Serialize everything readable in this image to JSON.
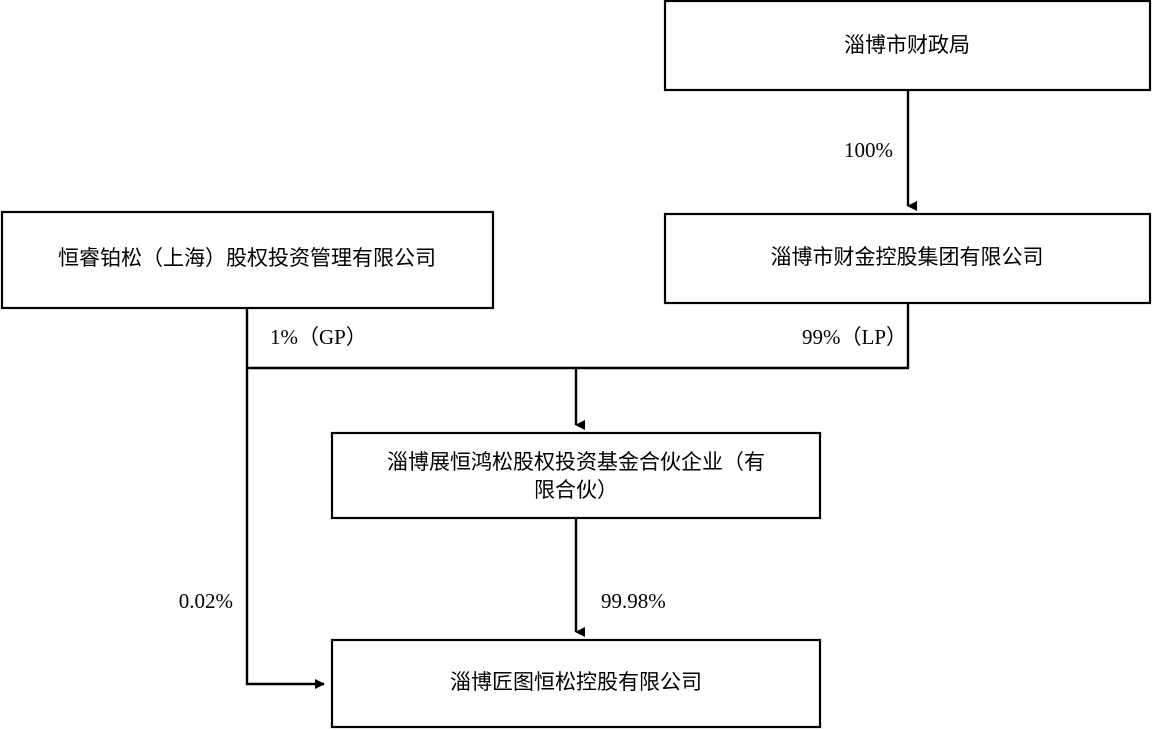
{
  "diagram": {
    "type": "org-ownership-chart",
    "background_color": "#ffffff",
    "line_color": "#000000",
    "nodes": [
      {
        "id": "finance-bureau",
        "name": "zibo-finance-bureau",
        "label": "淄博市财政局",
        "lines": [
          "淄博市财政局"
        ]
      },
      {
        "id": "hengrui-boson",
        "name": "hengrui-boson-shanghai",
        "label": "恒睿铂松（上海）股权投资管理有限公司",
        "lines": [
          "恒睿铂松（上海）股权投资管理有限公司"
        ]
      },
      {
        "id": "caijin-holding",
        "name": "zibo-caijin-holding-group",
        "label": "淄博市财金控股集团有限公司",
        "lines": [
          "淄博市财金控股集团有限公司"
        ]
      },
      {
        "id": "zhanheng-fund",
        "name": "zibo-zhanheng-hongsong-fund",
        "label": "淄博展恒鸿松股权投资基金合伙企业（有限合伙）",
        "lines": [
          "淄博展恒鸿松股权投资基金合伙企业（有",
          "限合伙）"
        ]
      },
      {
        "id": "jiangtu-hengsong",
        "name": "zibo-jiangtu-hengsong-holding",
        "label": "淄博匠图恒松控股有限公司",
        "lines": [
          "淄博匠图恒松控股有限公司"
        ]
      }
    ],
    "edges": [
      {
        "id": "edge-100",
        "name": "edge-finance-bureau-to-caijin",
        "from": "finance-bureau",
        "to": "caijin-holding",
        "label": "100%"
      },
      {
        "id": "edge-gp",
        "name": "edge-hengrui-to-fund-gp",
        "from": "hengrui-boson",
        "to": "zhanheng-fund",
        "label": "1%（GP）"
      },
      {
        "id": "edge-lp",
        "name": "edge-caijin-to-fund-lp",
        "from": "caijin-holding",
        "to": "zhanheng-fund",
        "label": "99%（LP）"
      },
      {
        "id": "edge-002",
        "name": "edge-hengrui-to-jiangtu",
        "from": "hengrui-boson",
        "to": "jiangtu-hengsong",
        "label": "0.02%"
      },
      {
        "id": "edge-9998",
        "name": "edge-fund-to-jiangtu",
        "from": "zhanheng-fund",
        "to": "jiangtu-hengsong",
        "label": "99.98%"
      }
    ]
  }
}
